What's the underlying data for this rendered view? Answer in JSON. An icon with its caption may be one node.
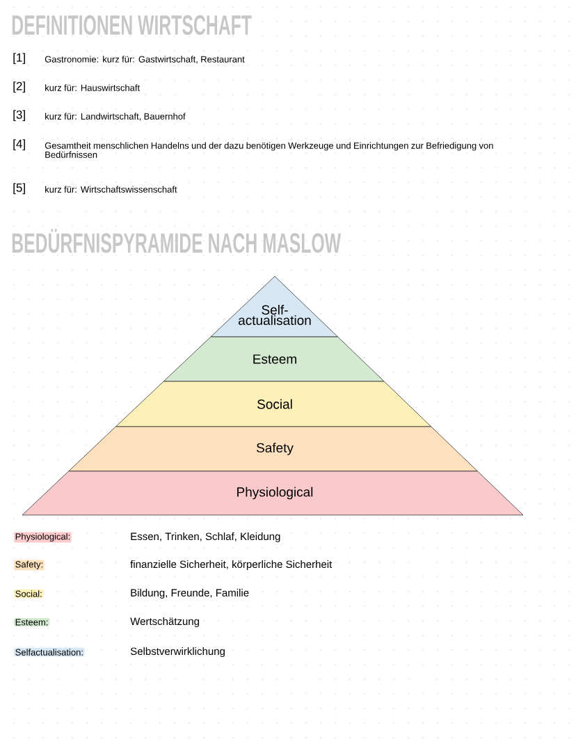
{
  "diagram": {
    "title": "DEFINITIONEN WIRTSCHAFT",
    "nodes": [
      {
        "text": [
          "Self-actualisation"
        ]
      },
      {
        "text": [
          "Esteem"
        ]
      },
      {
        "text": [
          "Social"
        ]
      },
      {
        "text": [
          "Safety"
        ]
      },
      {
        "text": [
          "Physiological"
        ]
      }
    ],
    "edges": [],
    "labels": [
      "[1]",
      "Gastronomie: kurz für: Gastwirtschaft, Restaurant",
      "[2]",
      "kurz für: Hauswirtschaft",
      "[3]",
      "kurz für: Landwirtschaft, Bauernhof",
      "[4]",
      "Gesamtheit menschlichen Handelns und der dazu benötigen Werkzeuge und Einrichtungen zur Befriedigung von Bedürfnissen",
      "[5]",
      "kurz für: Wirtschaftswissenschaft",
      "BEDÜRFNISPYRAMIDE NACH MASLOW",
      "Essen, Trinken, Schlaf, Kleidung",
      "finanzielle Sicherheit, körperliche Sicherheit",
      "Bildung, Freunde, Familie",
      "Wertschätzung",
      "Selbstverwirklichung"
    ],
    "legend": [
      {
        "text": "Physiological:",
        "color": "#f9c9cc"
      },
      {
        "text": "Safety:",
        "color": "#fde0bd"
      },
      {
        "text": "Social:",
        "color": "#fdf0b8"
      },
      {
        "text": "Esteem:",
        "color": "#d3ead0"
      },
      {
        "text": "Selfactualisation:",
        "color": "#d6e6f2"
      }
    ]
  }
}
